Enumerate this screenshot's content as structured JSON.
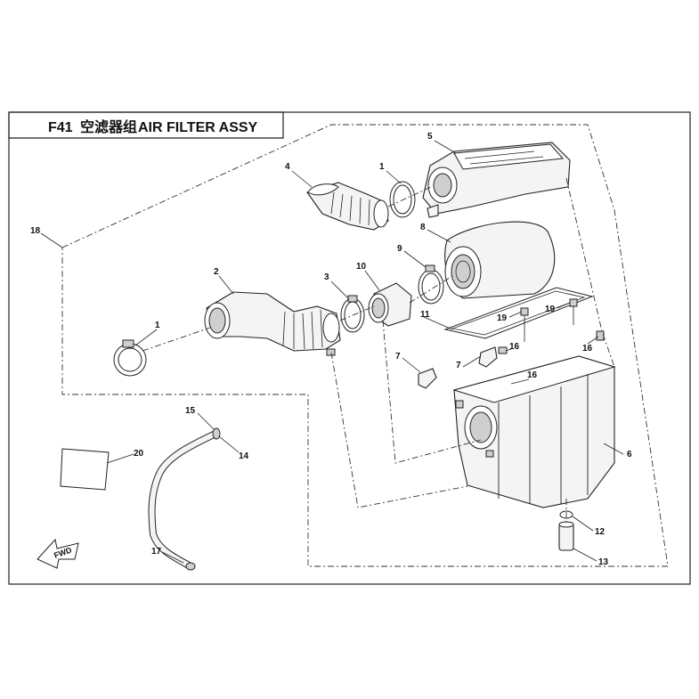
{
  "header": {
    "code": "F41",
    "title_cn": "空滤器组",
    "title_en": "AIR FILTER ASSY"
  },
  "callouts": [
    {
      "id": "c1a",
      "label": "1"
    },
    {
      "id": "c1b",
      "label": "1"
    },
    {
      "id": "c2",
      "label": "2"
    },
    {
      "id": "c3",
      "label": "3"
    },
    {
      "id": "c4",
      "label": "4"
    },
    {
      "id": "c5",
      "label": "5"
    },
    {
      "id": "c6",
      "label": "6"
    },
    {
      "id": "c7a",
      "label": "7"
    },
    {
      "id": "c7b",
      "label": "7"
    },
    {
      "id": "c8",
      "label": "8"
    },
    {
      "id": "c9",
      "label": "9"
    },
    {
      "id": "c10",
      "label": "10"
    },
    {
      "id": "c11",
      "label": "11"
    },
    {
      "id": "c12",
      "label": "12"
    },
    {
      "id": "c13",
      "label": "13"
    },
    {
      "id": "c14",
      "label": "14"
    },
    {
      "id": "c15",
      "label": "15"
    },
    {
      "id": "c16a",
      "label": "16"
    },
    {
      "id": "c16b",
      "label": "16"
    },
    {
      "id": "c16c",
      "label": "16"
    },
    {
      "id": "c17",
      "label": "17"
    },
    {
      "id": "c18",
      "label": "18"
    },
    {
      "id": "c19a",
      "label": "19"
    },
    {
      "id": "c19b",
      "label": "19"
    },
    {
      "id": "c20",
      "label": "20"
    }
  ],
  "fwd_label": "FWD"
}
